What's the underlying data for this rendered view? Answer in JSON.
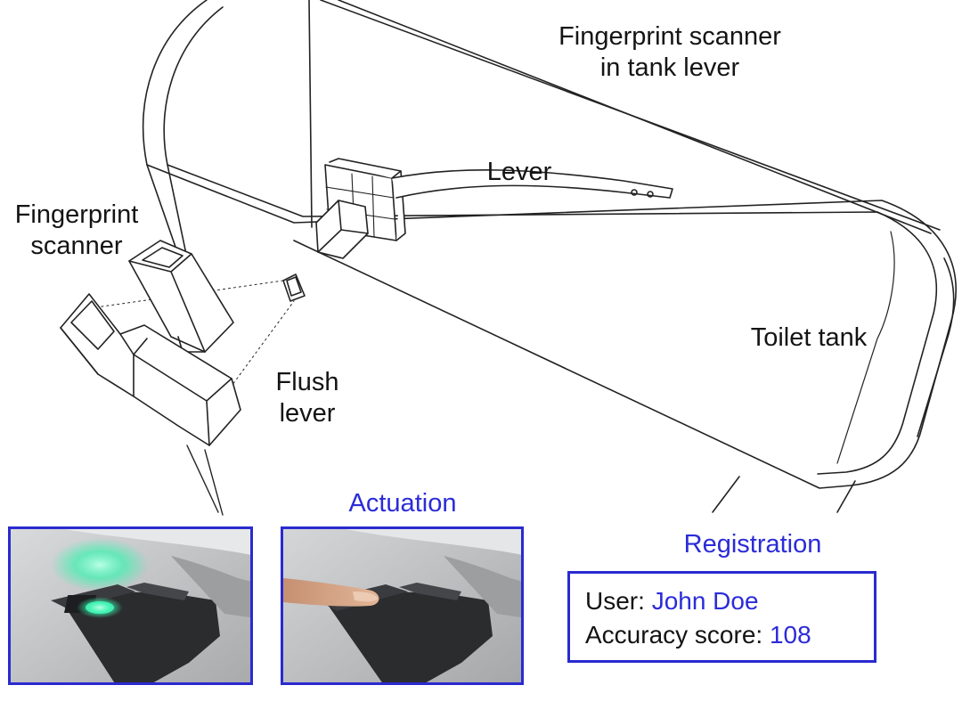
{
  "labels": {
    "scanner_in_lever_line1": "Fingerprint scanner",
    "scanner_in_lever_line2": "in tank lever",
    "lever": "Lever",
    "fingerprint_scanner_line1": "Fingerprint",
    "fingerprint_scanner_line2": "scanner",
    "toilet_tank": "Toilet tank",
    "flush_lever_line1": "Flush",
    "flush_lever_line2": "lever",
    "actuation": "Actuation",
    "registration": "Registration"
  },
  "registration": {
    "user_label": "User:",
    "user_value": "John Doe",
    "score_label": "Accuracy score:",
    "score_value": "108"
  },
  "colors": {
    "accent_blue": "#2b2bd9",
    "frame_blue": "#2a2ad0",
    "line_ink": "#222222",
    "scanner_glow": "#3df2b0"
  }
}
